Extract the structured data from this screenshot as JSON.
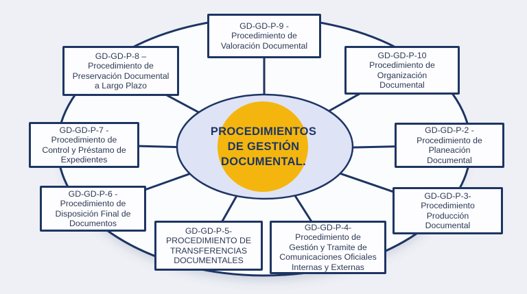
{
  "diagram": {
    "center": {
      "label": "PROCEDIMIENTOS\nDE GESTIÓN\nDOCUMENTAL."
    },
    "nodes": [
      {
        "id": "GD-GD-P-9",
        "label": "GD-GD-P-9 -\nProcedimiento de\nValoración Documental"
      },
      {
        "id": "GD-GD-P-10",
        "label": "GD-GD-P-10\nProcedimiento de\nOrganización\nDocumental"
      },
      {
        "id": "GD-GD-P-2",
        "label": "GD-GD-P-2 -\nProcedimiento de\nPlaneación\nDocumental"
      },
      {
        "id": "GD-GD-P-3",
        "label": "GD-GD-P-3-\nProcedimiento\nProducción\nDocumental"
      },
      {
        "id": "GD-GD-P-4",
        "label": "GD-GD-P-4-\nProcedimiento de\nGestión y Tramite de\nComunicaciones Oficiales\nInternas y Externas"
      },
      {
        "id": "GD-GD-P-5",
        "label": "GD-GD-P-5-\nPROCEDIMIENTO DE\nTRANSFERENCIAS\nDOCUMENTALES"
      },
      {
        "id": "GD-GD-P-6",
        "label": "GD-GD-P-6 -\nProcedimiento de\nDisposición Final de\nDocumentos"
      },
      {
        "id": "GD-GD-P-7",
        "label": "GD-GD-P-7 -\nProcedimiento de\nControl y Préstamo de\nExpedientes"
      },
      {
        "id": "GD-GD-P-8",
        "label": "GD-GD-P-8 –\nProcedimiento de\nPreservación Documental\na Largo Plazo"
      }
    ]
  },
  "colors": {
    "navy": "#1d3563",
    "text": "#2c3854",
    "yellow": "#f4b60e",
    "lavender": "#dee3f5",
    "page-bg": "#eef0f5",
    "ellipse-fill": "#fbfcfe",
    "box-fill": "#fdfdff"
  }
}
